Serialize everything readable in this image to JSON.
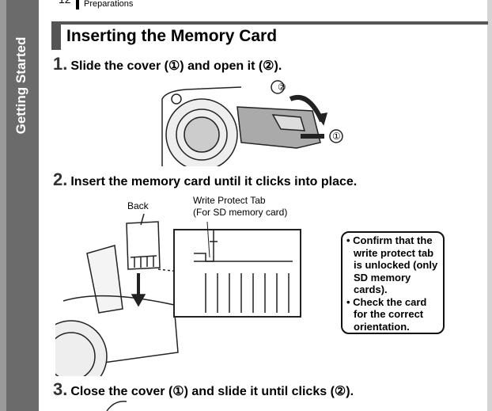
{
  "sidebar": {
    "section": "Getting Started"
  },
  "header": {
    "page_number": "12",
    "section": "Preparations"
  },
  "title": "Inserting the Memory Card",
  "steps": [
    {
      "number": "1.",
      "text": "Slide the cover (①) and open it (②)."
    },
    {
      "number": "2.",
      "text": "Insert the memory card until it clicks into place."
    },
    {
      "number": "3.",
      "text": "Close the cover (①) and slide it until clicks (②)."
    }
  ],
  "figure1": {
    "callouts": [
      "②",
      "①"
    ]
  },
  "figure2": {
    "back_label": "Back",
    "tab_label": "Write Protect Tab",
    "tab_sublabel": "(For SD memory card)"
  },
  "note": {
    "items": [
      "Confirm that the write protect tab is unlocked (only SD memory cards).",
      "Check the card for the correct orientation."
    ]
  }
}
